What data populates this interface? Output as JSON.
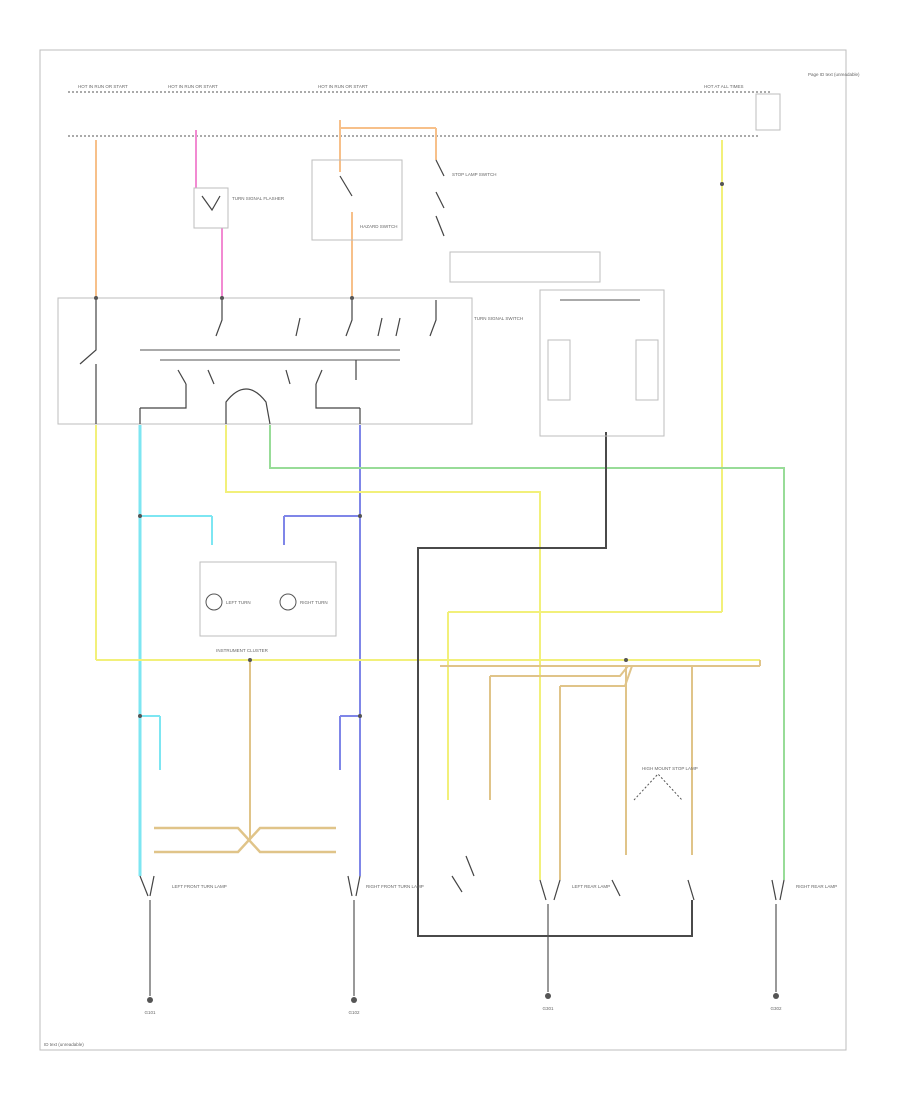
{
  "page_ref": "Page ID text (unreadable)",
  "diagram_id": "ID text (unreadable)",
  "labels": {
    "instrument_cluster": "INSTRUMENT CLUSTER",
    "hot_run_start_1": "HOT IN RUN OR START",
    "hot_run_start_2": "HOT IN RUN OR START",
    "hot_run_start_3": "HOT IN RUN OR START",
    "hot_at_all_times": "HOT AT ALL TIMES",
    "turn_signal_flasher": "TURN SIGNAL FLASHER",
    "hazard_switch": "HAZARD SWITCH",
    "stop_lamp_switch": "STOP LAMP SWITCH",
    "turn_signal_switch": "TURN SIGNAL SWITCH",
    "left_turn_indicator": "LEFT TURN",
    "right_turn_indicator": "RIGHT TURN",
    "left_front_turn": "LEFT FRONT TURN LAMP",
    "right_front_turn": "RIGHT FRONT TURN LAMP",
    "left_rear_lamp": "LEFT REAR LAMP",
    "right_rear_lamp": "RIGHT REAR LAMP",
    "high_mount_stop": "HIGH MOUNT STOP LAMP",
    "ground_left_front": "G101",
    "ground_right_front": "G102",
    "ground_left_rear": "G301",
    "ground_right_rear": "G302"
  },
  "colors": {
    "orange": "#f7c08a",
    "pink": "#f28ad2",
    "light_blue": "#7de6f2",
    "blue": "#7f86e8",
    "yellow": "#f2f07a",
    "green": "#98dc98",
    "tan": "#e0c489",
    "dark": "#4a4a4a",
    "frame": "#bdbdbd"
  }
}
